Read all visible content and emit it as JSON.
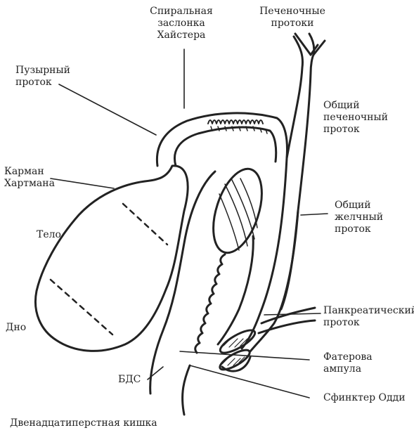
{
  "colors": {
    "stroke": "#222222",
    "text": "#222222",
    "background": "#ffffff"
  },
  "labels": {
    "spiral_valve": "Спиральная\nзаслонка\nХайстера",
    "hepatic_ducts": "Печеночные\nпротоки",
    "cystic_duct": "Пузырный\nпроток",
    "common_hepatic_duct": "Общий\nпеченочный\nпроток",
    "hartmann_pouch": "Карман\nХартмана",
    "common_bile_duct": "Общий\nжелчный\nпроток",
    "body": "Тело",
    "fundus": "Дно",
    "pancreatic_duct": "Панкреатический\nпроток",
    "ampulla_vater": "Фатерова ампула",
    "major_papilla": "БДС",
    "sphincter_oddi": "Сфинктер Одди",
    "duodenum": "Двенадцатиперстная кишка"
  }
}
